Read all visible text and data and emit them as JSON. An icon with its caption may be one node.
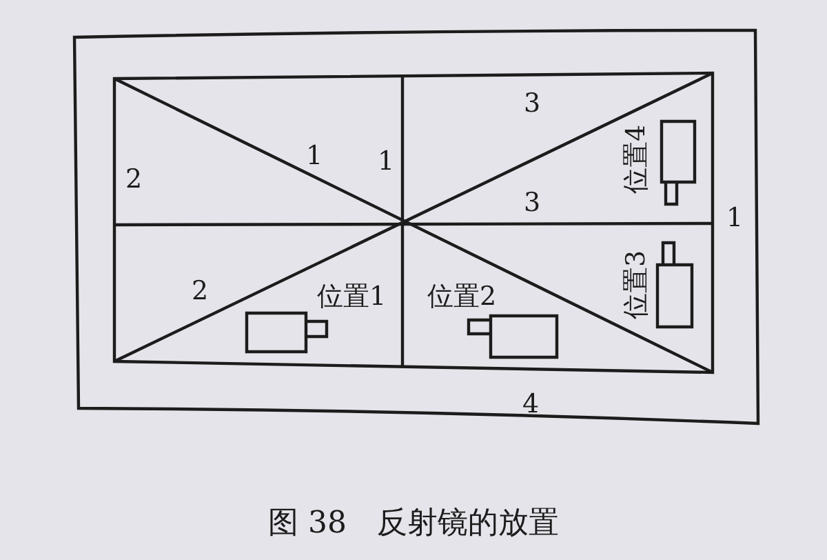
{
  "diagram": {
    "caption": "图 38　反射镜的放置",
    "labels": [
      "3",
      "1",
      "1",
      "2",
      "位置4",
      "3",
      "1",
      "2",
      "位置1",
      "位置2",
      "位置3",
      "4"
    ]
  }
}
